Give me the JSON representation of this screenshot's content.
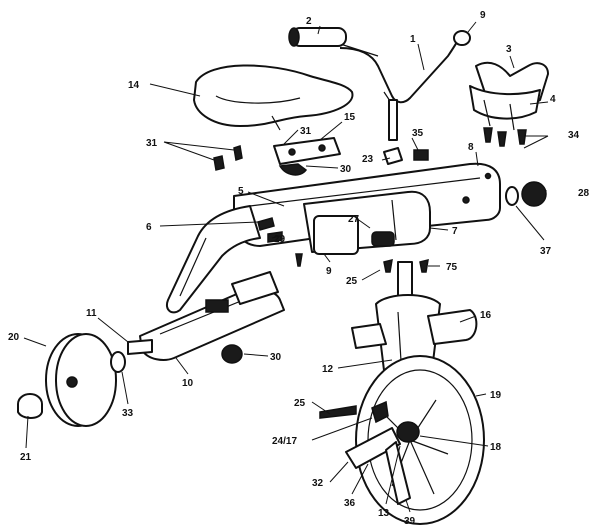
{
  "diagram": {
    "callouts": [
      {
        "id": "c2",
        "text": "2"
      },
      {
        "id": "c9a",
        "text": "9"
      },
      {
        "id": "c1",
        "text": "1"
      },
      {
        "id": "c3",
        "text": "3"
      },
      {
        "id": "c4",
        "text": "4"
      },
      {
        "id": "c14",
        "text": "14"
      },
      {
        "id": "c31a",
        "text": "31"
      },
      {
        "id": "c31b",
        "text": "31"
      },
      {
        "id": "c15",
        "text": "15"
      },
      {
        "id": "c35",
        "text": "35"
      },
      {
        "id": "c34",
        "text": "34"
      },
      {
        "id": "c30a",
        "text": "30"
      },
      {
        "id": "c23",
        "text": "23"
      },
      {
        "id": "c8",
        "text": "8"
      },
      {
        "id": "c5",
        "text": "5"
      },
      {
        "id": "c28",
        "text": "28"
      },
      {
        "id": "c6",
        "text": "6"
      },
      {
        "id": "c27",
        "text": "27"
      },
      {
        "id": "c7",
        "text": "7"
      },
      {
        "id": "c29",
        "text": "29"
      },
      {
        "id": "c37",
        "text": "37"
      },
      {
        "id": "c9b",
        "text": "9"
      },
      {
        "id": "c25a",
        "text": "25"
      },
      {
        "id": "c75",
        "text": "75"
      },
      {
        "id": "c16",
        "text": "16"
      },
      {
        "id": "c11",
        "text": "11"
      },
      {
        "id": "c20",
        "text": "20"
      },
      {
        "id": "c12",
        "text": "12"
      },
      {
        "id": "c30b",
        "text": "30"
      },
      {
        "id": "c10",
        "text": "10"
      },
      {
        "id": "c33",
        "text": "33"
      },
      {
        "id": "c19",
        "text": "19"
      },
      {
        "id": "c25b",
        "text": "25"
      },
      {
        "id": "c2417",
        "text": "24/17"
      },
      {
        "id": "c18",
        "text": "18"
      },
      {
        "id": "c21",
        "text": "21"
      },
      {
        "id": "c32",
        "text": "32"
      },
      {
        "id": "c36",
        "text": "36"
      },
      {
        "id": "c13",
        "text": "13"
      },
      {
        "id": "c39",
        "text": "39"
      }
    ]
  }
}
